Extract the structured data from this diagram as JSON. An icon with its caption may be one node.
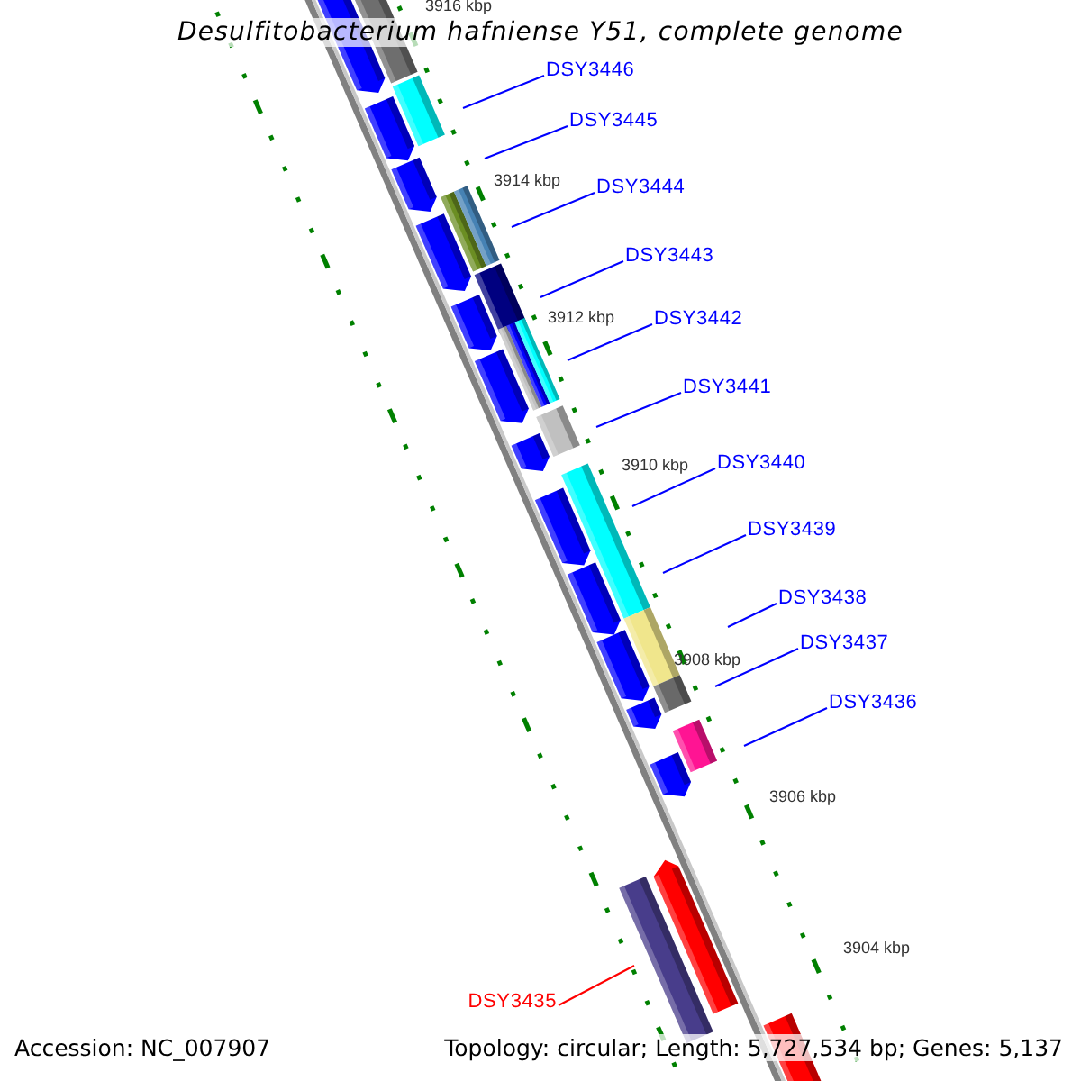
{
  "diagram": {
    "title": "Desulfitobacterium hafniense Y51, complete genome",
    "nodes": [
      {
        "text": [
          "DSY3446"
        ]
      },
      {
        "text": [
          "DSY3445"
        ]
      },
      {
        "text": [
          "DSY3444"
        ]
      },
      {
        "text": [
          "DSY3443"
        ]
      },
      {
        "text": [
          "DSY3442"
        ]
      },
      {
        "text": [
          "DSY3441"
        ]
      },
      {
        "text": [
          "DSY3440"
        ]
      },
      {
        "text": [
          "DSY3439"
        ]
      },
      {
        "text": [
          "DSY3438"
        ]
      },
      {
        "text": [
          "DSY3437"
        ]
      },
      {
        "text": [
          "DSY3436"
        ]
      },
      {
        "text": [
          "DSY3435"
        ]
      }
    ],
    "edges": [
      {
        "from": 0,
        "to": null,
        "arrow": "none"
      },
      {
        "from": 1,
        "to": null,
        "arrow": "none"
      },
      {
        "from": 2,
        "to": null,
        "arrow": "none"
      },
      {
        "from": 3,
        "to": null,
        "arrow": "none"
      },
      {
        "from": 4,
        "to": null,
        "arrow": "none"
      },
      {
        "from": 5,
        "to": null,
        "arrow": "none"
      },
      {
        "from": 6,
        "to": null,
        "arrow": "none"
      },
      {
        "from": 7,
        "to": null,
        "arrow": "none"
      },
      {
        "from": 8,
        "to": null,
        "arrow": "none"
      },
      {
        "from": 9,
        "to": null,
        "arrow": "none"
      },
      {
        "from": 10,
        "to": null,
        "arrow": "none"
      },
      {
        "from": 11,
        "to": null,
        "arrow": "none",
        "color": "#ff0000"
      }
    ],
    "labels": [
      "3916 kbp",
      "3914 kbp",
      "3912 kbp",
      "3910 kbp",
      "3908 kbp",
      "3906 kbp",
      "3904 kbp",
      "Accession: NC_007907",
      "Topology: circular; Length: 5,727,534 bp; Genes: 5,137"
    ]
  }
}
